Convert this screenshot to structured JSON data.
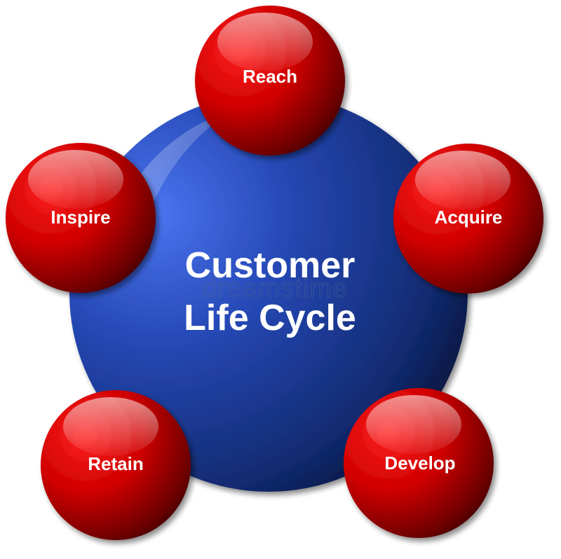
{
  "center": {
    "line1": "Customer",
    "line2": "Life Cycle"
  },
  "watermark": "dreamstime",
  "stages": [
    {
      "id": "reach",
      "label": "Reach"
    },
    {
      "id": "acquire",
      "label": "Acquire"
    },
    {
      "id": "develop",
      "label": "Develop"
    },
    {
      "id": "retain",
      "label": "Retain"
    },
    {
      "id": "inspire",
      "label": "Inspire"
    }
  ],
  "colors": {
    "center_highlight": "#3b64e8",
    "center_mid": "#1f3f9e",
    "center_dark": "#07102e",
    "node_highlight": "#ff1a1a",
    "node_mid": "#c60000",
    "node_dark": "#3a0000",
    "label": "#ffffff"
  }
}
